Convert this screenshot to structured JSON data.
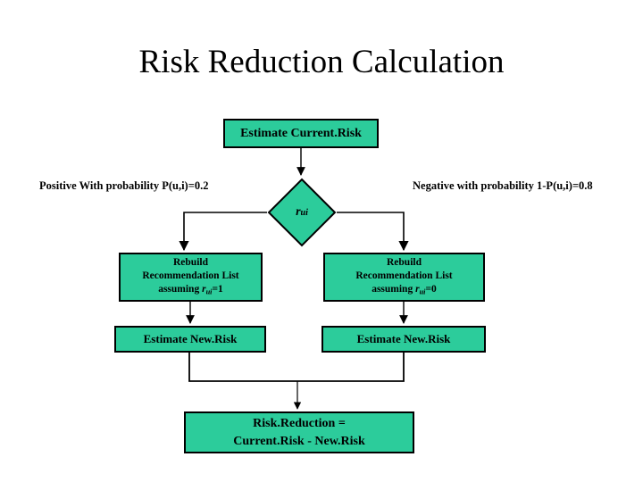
{
  "slide": {
    "title": "Risk Reduction Calculation",
    "background_color": "#FFFFFF",
    "node_fill_color": "#2CCC9B",
    "node_border_color": "#000000",
    "text_color": "#000000"
  },
  "nodes": {
    "current_risk": {
      "label": "Estimate Current.Risk",
      "shape": "process"
    },
    "decision": {
      "label_base": "r",
      "label_subscript": "ui",
      "shape": "decision"
    },
    "rebuild_positive": {
      "line1": "Rebuild",
      "line2": "Recommendation List",
      "line3_prefix": "assuming ",
      "line3_var": "r",
      "line3_sub": "ui",
      "line3_suffix": "=1",
      "shape": "process"
    },
    "rebuild_negative": {
      "line1": "Rebuild",
      "line2": "Recommendation List",
      "line3_prefix": "assuming ",
      "line3_var": "r",
      "line3_sub": "ui",
      "line3_suffix": "=0",
      "shape": "process"
    },
    "new_risk_positive": {
      "label": "Estimate New.Risk",
      "shape": "process"
    },
    "new_risk_negative": {
      "label": "Estimate New.Risk",
      "shape": "process"
    },
    "risk_reduction": {
      "line1": "Risk.Reduction =",
      "line2": "Current.Risk - New.Risk",
      "shape": "process"
    }
  },
  "annotations": {
    "positive_branch": {
      "line1": "Positive",
      "line2": "With probability",
      "line3": "P(u,i)=0.2"
    },
    "negative_branch": {
      "line1": "Negative",
      "line2": "with  probability",
      "line3": "1-P(u,i)=0.8"
    }
  }
}
